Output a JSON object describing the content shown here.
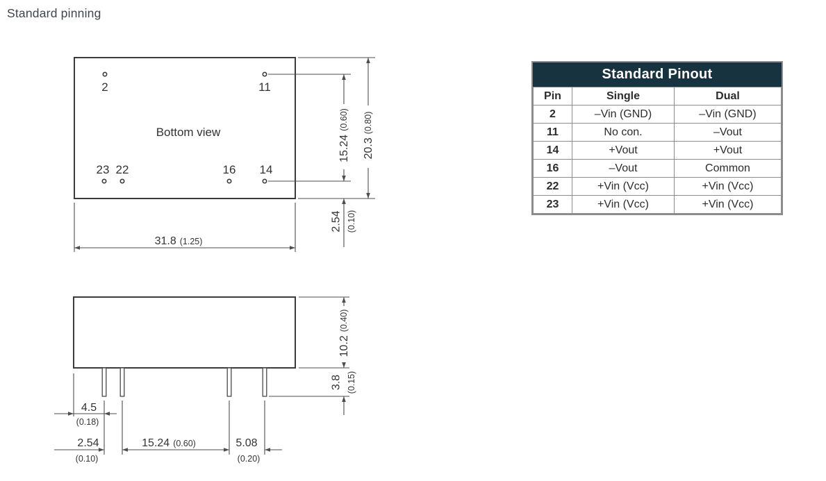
{
  "title": "Standard pinning",
  "bottom_view": {
    "label": "Bottom view",
    "pins": {
      "p2": "2",
      "p11": "11",
      "p23": "23",
      "p22": "22",
      "p16": "16",
      "p14": "14"
    },
    "dims": {
      "row_spacing": {
        "mm": "15.24",
        "inch": "(0.60)"
      },
      "height": {
        "mm": "20.3",
        "inch": "(0.80)"
      },
      "pin_to_edge": {
        "mm": "2.54",
        "inch": "(0.10)"
      },
      "width": {
        "mm": "31.8",
        "inch": "(1.25)"
      }
    }
  },
  "side_view": {
    "dims": {
      "body_height": {
        "mm": "10.2",
        "inch": "(0.40)"
      },
      "pin_length": {
        "mm": "3.8",
        "inch": "(0.15)"
      },
      "edge_to_pin": {
        "mm": "4.5",
        "inch": "(0.18)"
      },
      "pin_pitch": {
        "mm": "2.54",
        "inch": "(0.10)"
      },
      "pin_span": {
        "mm": "15.24",
        "inch": "(0.60)"
      },
      "pin_gap": {
        "mm": "5.08",
        "inch": "(0.20)"
      }
    }
  },
  "pinout_table": {
    "title": "Standard Pinout",
    "columns": [
      "Pin",
      "Single",
      "Dual"
    ],
    "rows": [
      {
        "pin": "2",
        "single": "–Vin (GND)",
        "dual": "–Vin (GND)"
      },
      {
        "pin": "11",
        "single": "No con.",
        "dual": "–Vout"
      },
      {
        "pin": "14",
        "single": "+Vout",
        "dual": "+Vout"
      },
      {
        "pin": "16",
        "single": "–Vout",
        "dual": "Common"
      },
      {
        "pin": "22",
        "single": "+Vin (Vcc)",
        "dual": "+Vin (Vcc)"
      },
      {
        "pin": "23",
        "single": "+Vin (Vcc)",
        "dual": "+Vin (Vcc)"
      }
    ]
  },
  "colors": {
    "table_header_bg": "#17333f",
    "table_border": "#8c8c8c",
    "drawing_line": "#4d4d4d",
    "text": "#333333"
  }
}
